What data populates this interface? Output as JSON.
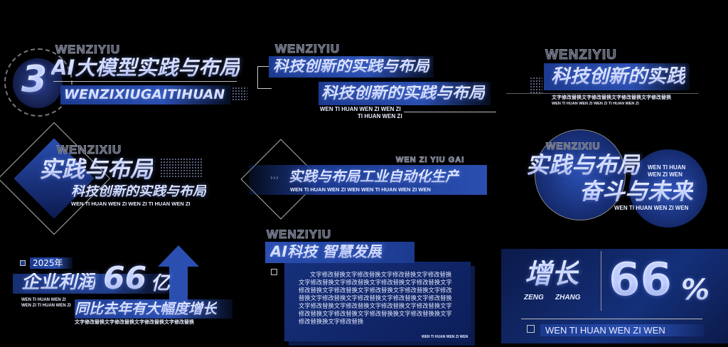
{
  "accent": "#2a4fb0",
  "panel1": {
    "number": "3",
    "ghost": "WENZIYIU",
    "title": "AI大模型实践与布局",
    "subtitle": "WENZIXIUGAITIHUAN"
  },
  "panel2": {
    "ghost": "WENZIYIU",
    "title1": "科技创新的实践与布局",
    "title2": "科技创新的实践与布局",
    "sub1": "WEN TI HUAN WEN ZI WEN ZI",
    "sub2": "TI HUAN WEN ZI"
  },
  "panel3": {
    "ghost": "WENZIYIU",
    "title": "科技创新的实践",
    "sub_cn": "文字修改替换文字修改替换文字修改替换文字修改替换",
    "sub_en": "WEN TI HUAN WEN ZI WEN ZI TI HUAN WEN ZI"
  },
  "panel4": {
    "ghost": "WENZIXIU",
    "title": "实践与布局",
    "subtitle": "科技创新的实践与布局",
    "sub_en": "WEN TI HUAN WEN ZI WEN ZI TI HUAN WEN ZI"
  },
  "panel5": {
    "ghost": "WEN ZI YIU GAI",
    "title": "实践与布局工业自动化生产",
    "sub_en": "WEN TI HUAN WEN ZI WEN WEN TI HUAN WEN ZI WEN"
  },
  "panel6": {
    "ghost": "WENZIXIU",
    "title1": "实践与布局",
    "side1": "WEN TI HUAN",
    "side2": "WEN ZI WEN",
    "title2": "奋斗与未来",
    "sub_en": "WEN TI HUAN WEN ZI WEN"
  },
  "panel7": {
    "year": "2025年",
    "label": "企业利润",
    "value": "66",
    "unit": "亿",
    "eng1": "WEN TI HUAN WEN ZI",
    "eng2": "WEN ZI TI HUAN WEN ZI",
    "headline": "同比去年有大幅度增长",
    "footer": "文字修改替换文字修改替换文字修改替换文字修改替换"
  },
  "panel8": {
    "ghost": "WENZIYIU",
    "title": "AI科技 智慧发展",
    "paragraph": [
      "文字修改替换文字修改替换文字修改替换文字修改替换",
      "文字修改替换文字修改替换文字修改替换文字修改替换文字",
      "修改替换文字修改替换文字修改替换文字修改替换文字修改",
      "替换文字修改替换文字修改替换文字修改替换文字修改替换",
      "文字修改替换文字修改替换文字修改替换文字修改替换文字",
      "修改替换文字修改替换文字修改替换换文字修改替换换文字",
      "修改替换换文字修改替换"
    ],
    "footer": "WEN TI HUAN WEN ZI WEN"
  },
  "panel9": {
    "label": "增长",
    "pinyin1": "ZENG",
    "pinyin2": "ZHANG",
    "value": "66",
    "unit": "%",
    "footer": "WEN TI HUAN WEN ZI WEN"
  }
}
